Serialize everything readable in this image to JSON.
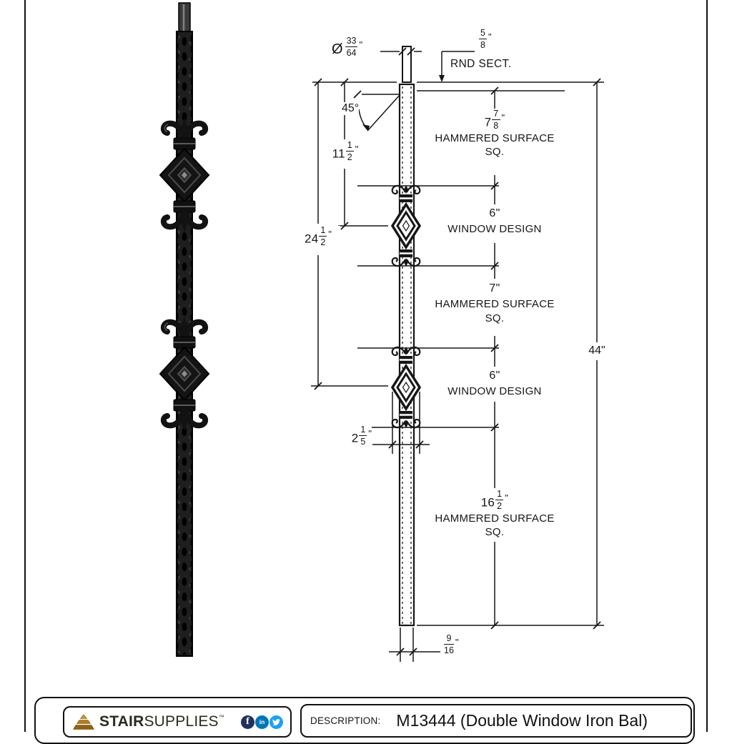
{
  "drawing": {
    "labels": {
      "diameter": {
        "prefix": "Ø",
        "num": "33",
        "den": "64",
        "unit": "\""
      },
      "round_section": {
        "num": "5",
        "den": "8",
        "unit": "\"",
        "caption": "RND SECT."
      },
      "angle": {
        "value": "45°"
      },
      "top_square": {
        "whole": "7",
        "num": "7",
        "den": "8",
        "unit": "\"",
        "caption1": "HAMMERED SURFACE",
        "caption2": "SQ."
      },
      "upper_offset": {
        "whole": "11",
        "num": "1",
        "den": "2",
        "unit": "\""
      },
      "center_offset": {
        "whole": "24",
        "num": "1",
        "den": "2",
        "unit": "\""
      },
      "window1": {
        "value": "6\"",
        "caption1": "WINDOW DESIGN"
      },
      "mid_square": {
        "value": "7\"",
        "caption1": "HAMMERED SURFACE",
        "caption2": "SQ."
      },
      "window2": {
        "value": "6\"",
        "caption1": "WINDOW DESIGN"
      },
      "overall_length": {
        "value": "44\""
      },
      "window_width": {
        "whole": "2",
        "num": "1",
        "den": "5",
        "unit": "\""
      },
      "bottom_square": {
        "whole": "16",
        "num": "1",
        "den": "2",
        "unit": "\"",
        "caption1": "HAMMERED SURFACE",
        "caption2": "SQ."
      },
      "base_width": {
        "num": "9",
        "den": "16",
        "unit": "\""
      }
    }
  },
  "title_block": {
    "logo": {
      "icon": "stairsupplies-pyramid-logo",
      "brand_bold": "STAIR",
      "brand_light": "SUPPLIES",
      "trademark": "™"
    },
    "social_icons": [
      "facebook-icon",
      "linkedin-icon",
      "twitter-icon"
    ],
    "linkedin_text": "in",
    "facebook_text": "f",
    "description_label": "DESCRIPTION:",
    "description_value": "M13444 (Double Window Iron Bal)"
  },
  "colors": {
    "line": "#161616",
    "iron": "#1e1e1e",
    "logo_gold": "#b07c1e",
    "facebook": "#20315e",
    "linkedin": "#0077b5",
    "twitter": "#1da1f2"
  }
}
